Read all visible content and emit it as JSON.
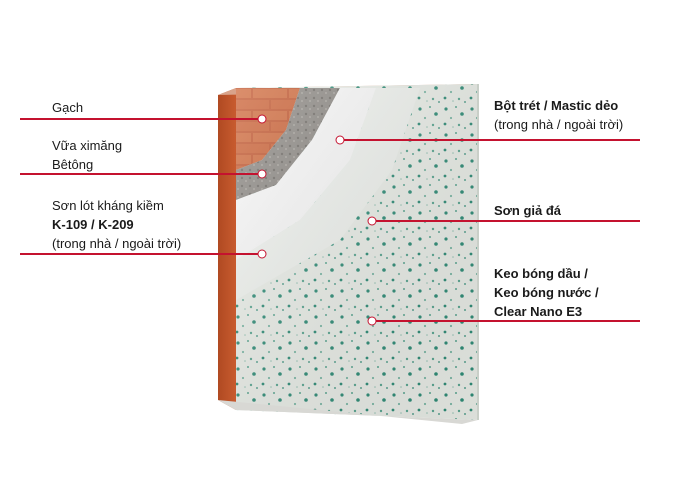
{
  "left_labels": {
    "brick": "Gạch",
    "mortar_line1": "Vữa ximăng",
    "mortar_line2": "Bêtông",
    "primer_line1": "Sơn lót kháng kiềm",
    "primer_line2": "K-109 / K-209",
    "primer_line3": "(trong nhà / ngoài trời)"
  },
  "right_labels": {
    "putty_line1": "Bột trét / Mastic dẻo",
    "putty_line2": "(trong nhà / ngoài trời)",
    "granite": "Sơn giả đá",
    "coat_line1": "Keo bóng dầu /",
    "coat_line2": "Keo bóng nước /",
    "coat_line3": "Clear Nano E3"
  },
  "colors": {
    "leader_line": "#c4122f",
    "brick": "#c2562e",
    "mortar": "#8e8a85",
    "putty": "#f7f7f7",
    "granite_base": "#eef2ec",
    "granite_speckle": "#2f8f79"
  }
}
